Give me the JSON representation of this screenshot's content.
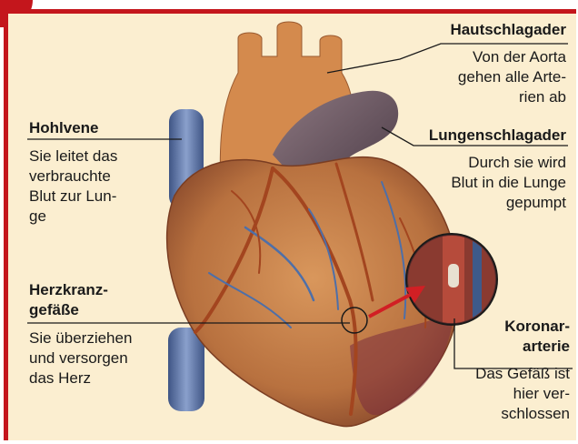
{
  "colors": {
    "accent": "#c4161c",
    "panel": "#fbeed0",
    "vein": "#5b73a8",
    "heart": "#c8804a",
    "aorta": "#d9924f",
    "pulmonary": "#6d5a66"
  },
  "labels": {
    "hautschlagader": {
      "title": "Hautschlagader",
      "text": "Von der Aorta\ngehen alle Arte-\nrien ab"
    },
    "lungenschlagader": {
      "title": "Lungenschlagader",
      "text": "Durch sie wird\nBlut in die Lunge\ngepumpt"
    },
    "hohlvene": {
      "title": "Hohlvene",
      "text": "Sie leitet das\nverbrauchte\nBlut zur Lun-\nge"
    },
    "herzkranz": {
      "title": "Herzkranz-\ngefäße",
      "text": "Sie überziehen\nund versorgen\ndas Herz"
    },
    "koronar": {
      "title": "Koronar-\narterie",
      "text": "Das Gefäß ist\nhier ver-\nschlossen"
    }
  }
}
